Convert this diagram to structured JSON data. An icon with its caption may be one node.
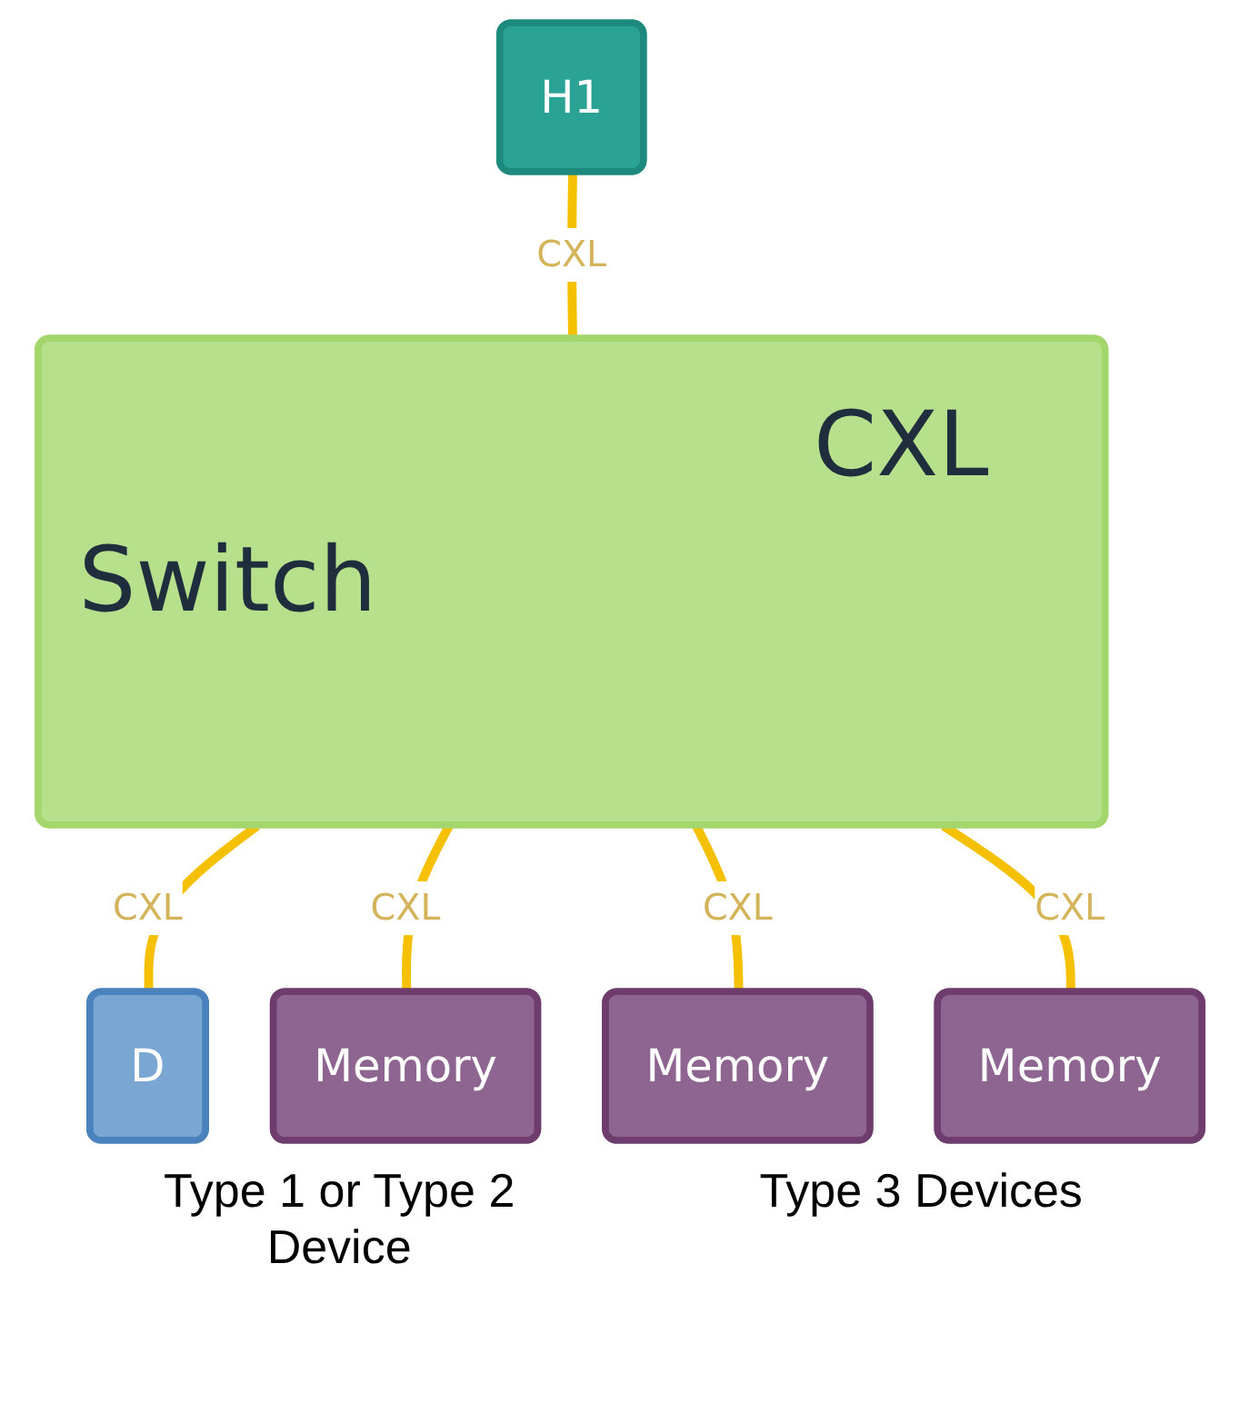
{
  "diagram": {
    "nodes": [
      {
        "text": [
          "H1"
        ]
      },
      {
        "text": [
          "CXL Switch"
        ]
      },
      {
        "text": [
          "D"
        ]
      },
      {
        "text": [
          "Memory"
        ]
      },
      {
        "text": [
          "Memory"
        ]
      },
      {
        "text": [
          "Memory"
        ]
      }
    ],
    "edges": [
      {
        "from": 0,
        "to": 1,
        "arrow": "none",
        "label": "CXL"
      },
      {
        "from": 1,
        "to": 2,
        "arrow": "none",
        "label": "CXL"
      },
      {
        "from": 1,
        "to": 3,
        "arrow": "none",
        "label": "CXL"
      },
      {
        "from": 1,
        "to": 4,
        "arrow": "none",
        "label": "CXL"
      },
      {
        "from": 1,
        "to": 5,
        "arrow": "none",
        "label": "CXL"
      }
    ],
    "labels": [
      "Type 1 or Type 2 Device",
      "Type 3 Devices"
    ]
  }
}
